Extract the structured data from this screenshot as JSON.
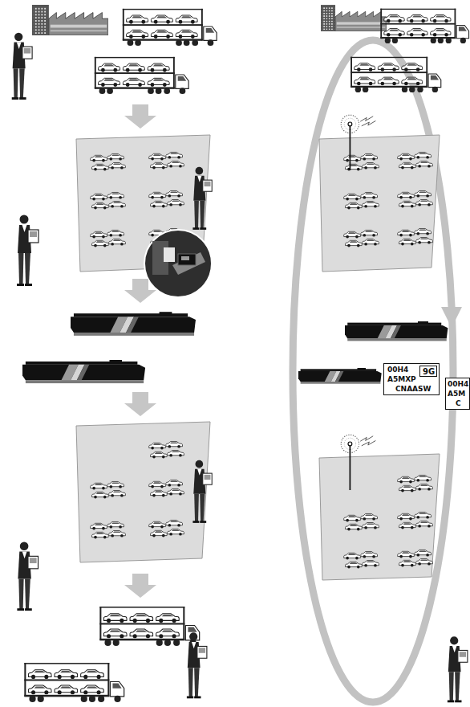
{
  "diagram": {
    "nodes": [
      {
        "text": [
          "00H4",
          "A5MXP",
          "CNAASW"
        ]
      },
      {
        "text": [
          "9G"
        ],
        "in": 0
      },
      {
        "text": [
          "00H4",
          "A5M",
          "C"
        ]
      }
    ]
  }
}
